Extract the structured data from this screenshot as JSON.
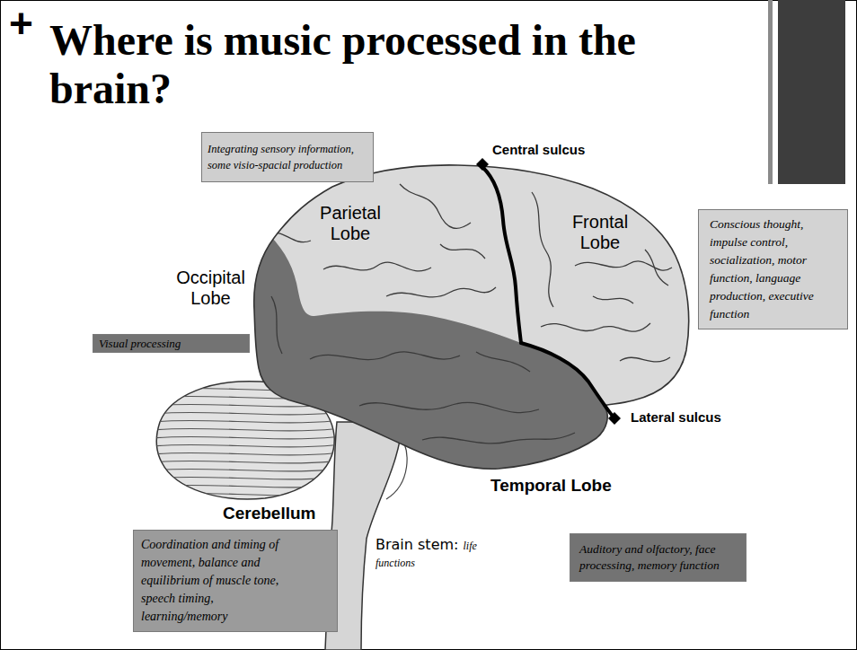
{
  "diagram": {
    "title": "Where is music processed in the brain?",
    "nodes": [
      {
        "text": [
          "Integrating sensory information, some visio-spacial production"
        ]
      },
      {
        "text": [
          "Conscious thought, impulse control, socialization, motor function, language production, executive function"
        ]
      },
      {
        "text": [
          "Visual processing"
        ]
      },
      {
        "text": [
          "Coordination and timing of movement, balance and equilibrium of muscle tone, speech timing, learning/memory"
        ]
      },
      {
        "text": [
          "Auditory and olfactory, face processing, memory function"
        ]
      }
    ],
    "labels": [
      "+",
      "Central sulcus",
      "Parietal Lobe",
      "Frontal Lobe",
      "Occipital Lobe",
      "Lateral sulcus",
      "Temporal Lobe",
      "Cerebellum",
      "Brain stem:",
      "life functions"
    ]
  }
}
